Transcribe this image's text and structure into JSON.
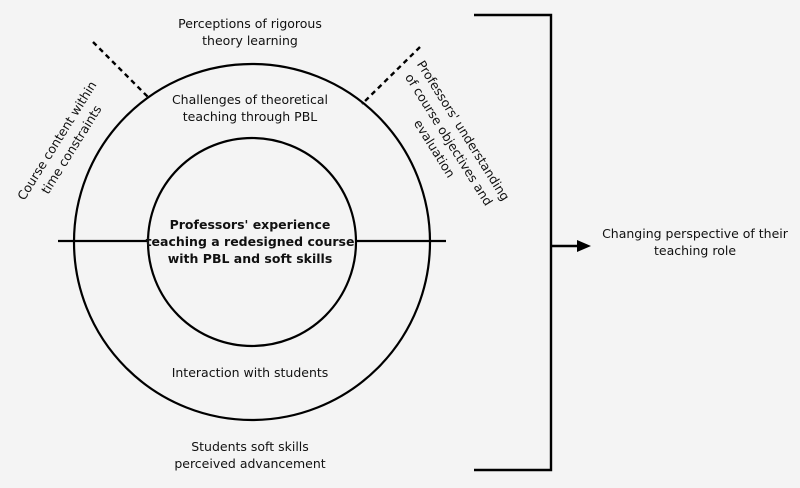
{
  "diagram": {
    "center_label": [
      "Professors' experience",
      "teaching a redesigned course",
      "with PBL and soft skills"
    ],
    "outer_top": [
      "Perceptions of rigorous",
      "theory learning"
    ],
    "inner_top": [
      "Challenges of theoretical",
      "teaching through PBL"
    ],
    "inner_bottom": [
      "Interaction with students"
    ],
    "outer_bottom": [
      "Students soft skills",
      "perceived advancement"
    ],
    "left_rotated": [
      "Course content within",
      "time constraints"
    ],
    "right_rotated": [
      "Professors' understanding",
      "of course objectives and",
      "evaluation"
    ],
    "outcome": [
      "Changing perspective of their",
      "teaching role"
    ]
  }
}
